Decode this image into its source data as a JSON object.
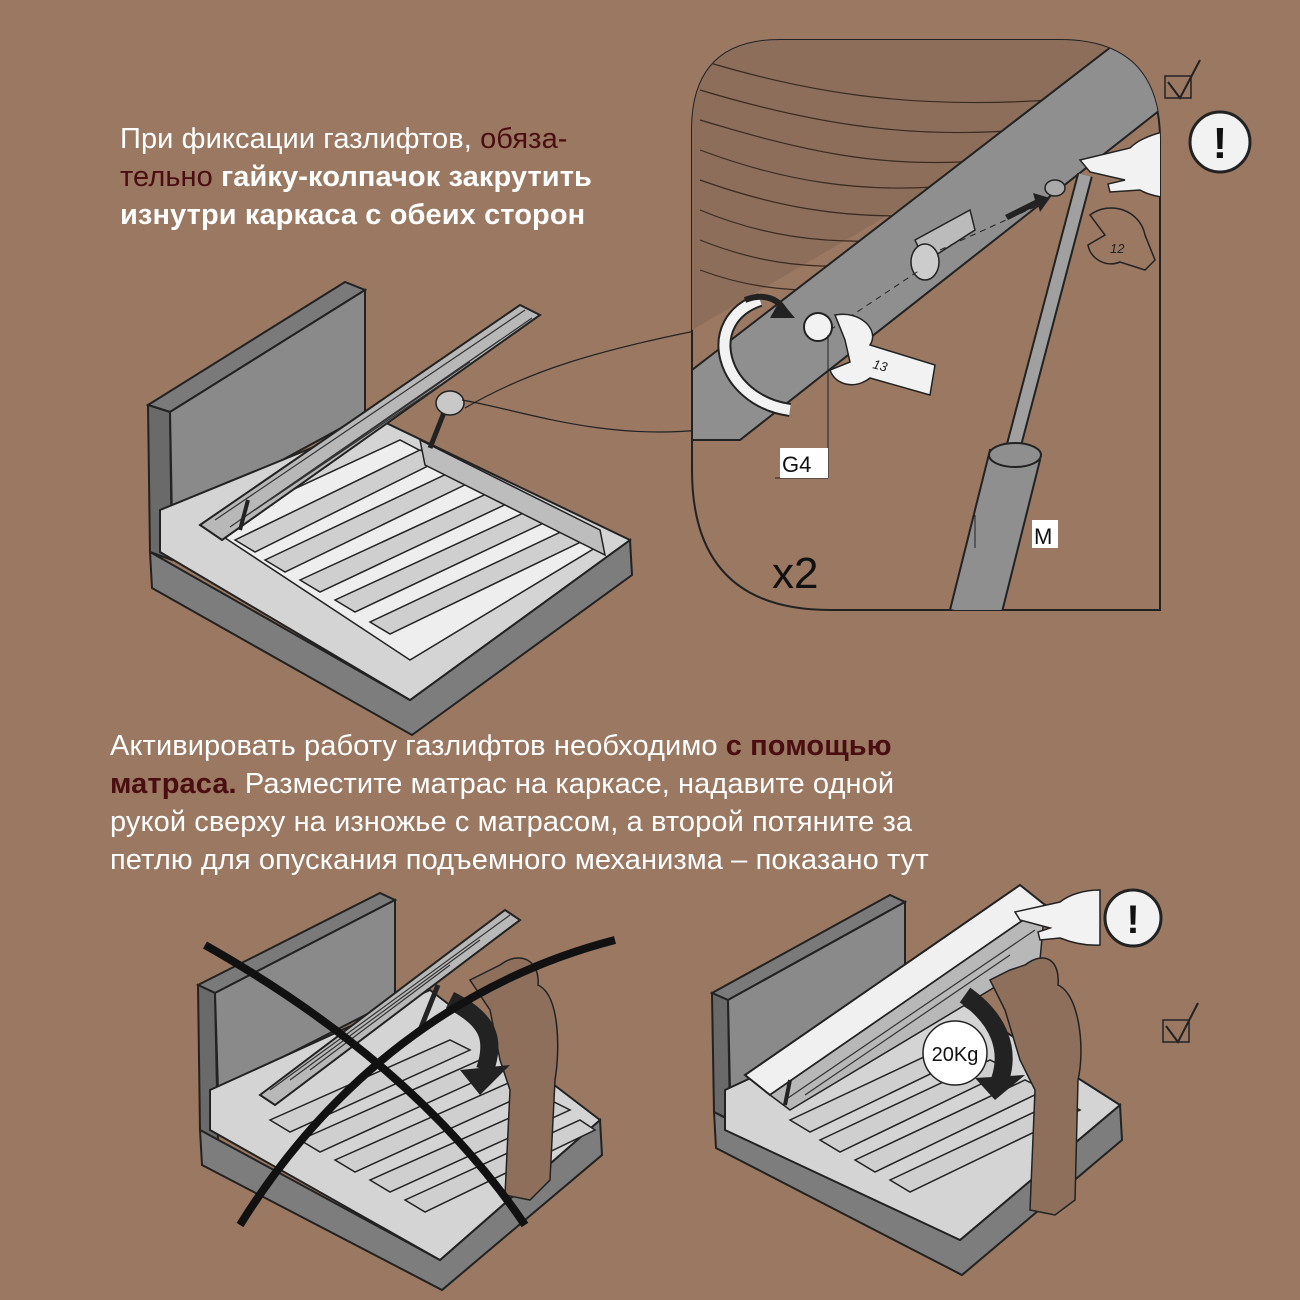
{
  "section1": {
    "line1_plain": "При фиксации газлифтов, ",
    "line1_accent": "обяза-",
    "line2_accent": "тельно ",
    "line2_bold": "гайку-колпачок закрутить",
    "line3_bold": "изнутри каркаса с обеих сторон"
  },
  "detail": {
    "label_g4": "G4",
    "label_m": "M",
    "label_x2": "x2",
    "wrench_13": "13",
    "wrench_12": "12",
    "warning_mark": "!"
  },
  "section2": {
    "line1_plain": "Активировать работу газлифтов необходимо ",
    "line1_accent": "с помощью",
    "line2_accent": "матраса.",
    "line2_plain": " Разместите матрас на каркасе, надавите одной",
    "line3": "рукой сверху на изножье с матрасом, а второй потяните за",
    "line4": "петлю для опускания подъемного механизма – показано тут"
  },
  "right_scene": {
    "weight_label": "20Kg",
    "warning_mark": "!"
  },
  "colors": {
    "background": "#9a7862",
    "accent": "#4a0e10",
    "bed_gray": "#8a8a8a"
  },
  "icons": [
    "checkmark-icon",
    "warning-icon",
    "pointing-hand-icon",
    "wrench-icon",
    "rotate-arrow-icon",
    "cross-out-icon"
  ]
}
